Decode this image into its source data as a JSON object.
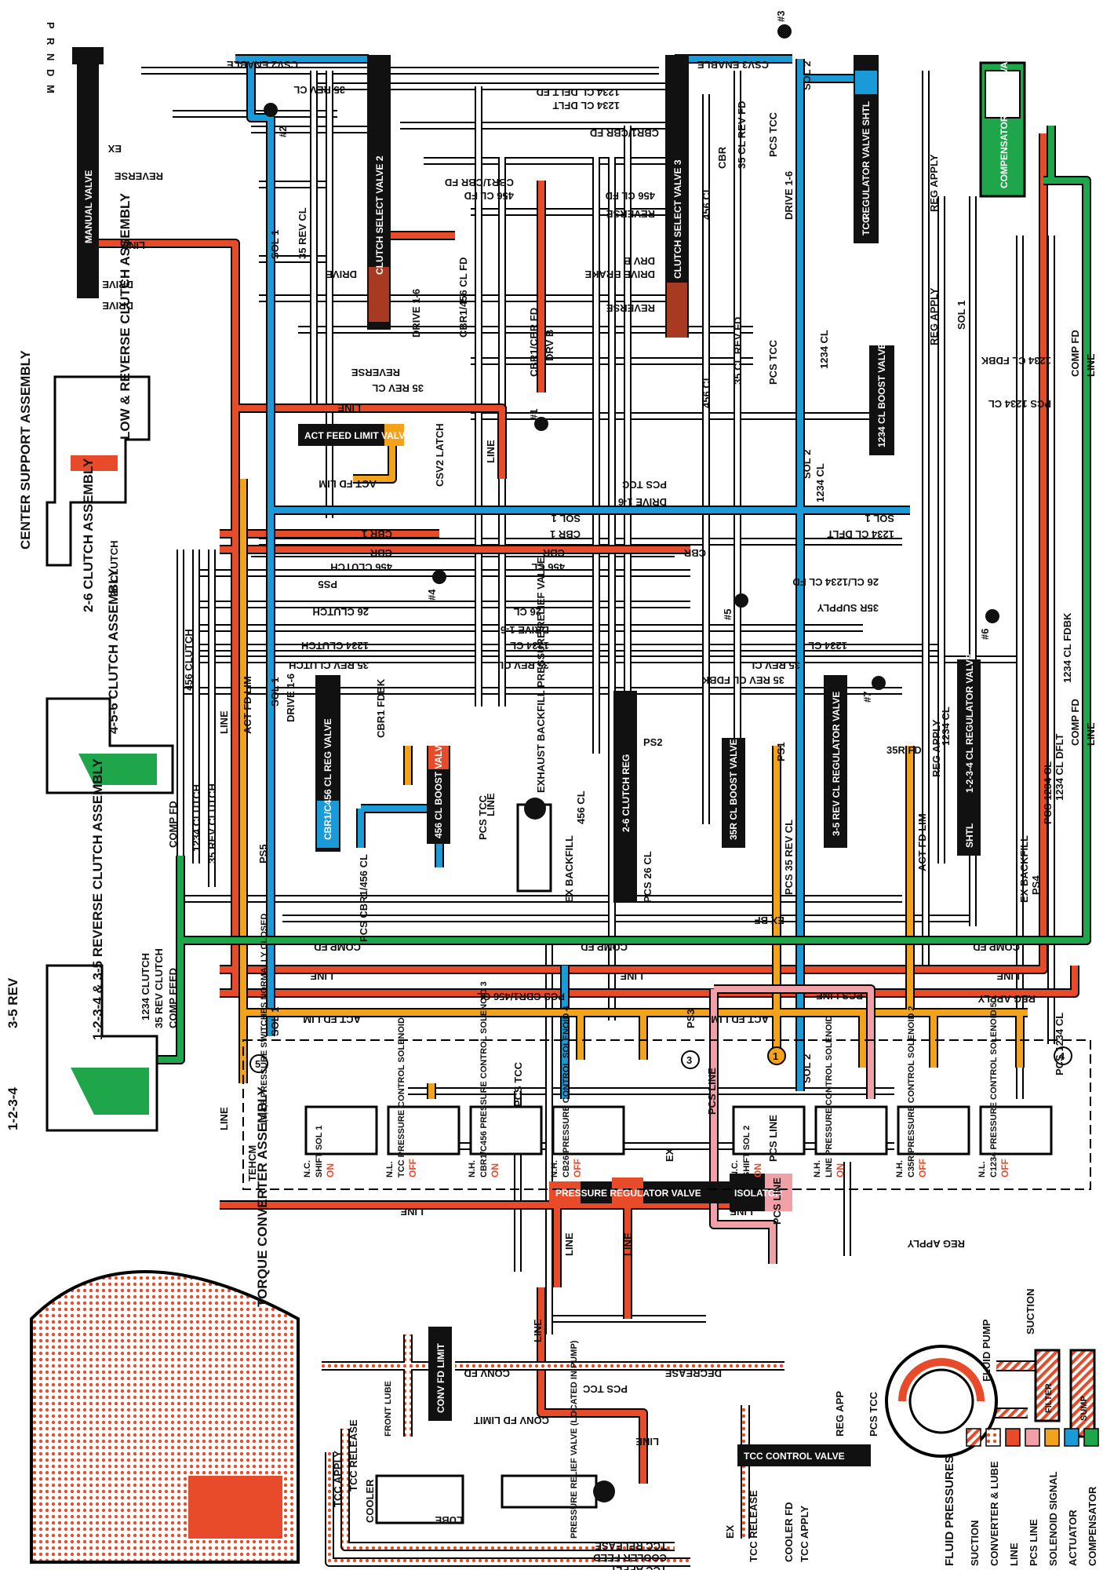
{
  "colors": {
    "line": "#e84b2a",
    "suction": "#e84b2a",
    "converter_lube": "#e84b2a",
    "pcs_line": "#f2a0a8",
    "solenoid_signal": "#f3a21b",
    "actuator": "#1b9ad8",
    "compensator": "#1fa64a",
    "exhaust": "#ffffff",
    "valve_body": "#111111"
  },
  "assemblies": {
    "center_support": "CENTER SUPPORT ASSEMBLY",
    "low_reverse": "LOW & REVERSE CLUTCH ASSEMBLY",
    "clutch_26": "2-6 CLUTCH ASSEMBLY",
    "clutch_456": "4-5-6 CLUTCH ASSEMBLY",
    "clutch_1234_35": "1-2-3-4 & 3-5 REVERSE CLUTCH ASSEMBLY",
    "rev_35": "3-5 REV",
    "c1234": "1-2-3-4",
    "torque_converter": "TORQUE CONVERTER ASSEMBLY",
    "fluid_pump": "FLUID PUMP",
    "filter": "FILTER",
    "sump": "SUMP",
    "cooler": "COOLER",
    "front_lube": "FRONT LUBE",
    "tehcm": "TEHCM"
  },
  "valves": {
    "manual": "MANUAL VALVE",
    "csv2": "CLUTCH SELECT VALVE 2",
    "csv3": "CLUTCH SELECT VALVE 3",
    "reg_shtl": "REGULATOR VALVE SHTL",
    "tcc": "TCC",
    "comp_fd_reg": "COMPENSATOR FD REG VALVE",
    "act_feed_limit": "ACT FEED LIMIT VALVE",
    "boost_1234": "1234 CL BOOST VALVE",
    "cbr_c456_reg": "CBR1/C456 CL REG VALVE",
    "boost_456": "456 CL BOOST VALVE",
    "exhaust_backfill": "EXHAUST BACKFILL PRESSURE RELIEF VALVE",
    "clutch_reg_26": "2-6 CLUTCH REG",
    "boost_35r": "35R CL BOOST VALVE",
    "rev_reg_35": "3-5 REV CL REGULATOR VALVE",
    "reg_1234": "1-2-3-4 CL REGULATOR VALVE",
    "pressure_reg": "PRESSURE REGULATOR VALVE",
    "isolator": "ISOLATOR",
    "conv_fd_limit": "CONV FD LIMIT",
    "pressure_relief": "PRESSURE RELIEF VALVE (LOCATED IN PUMP)",
    "tcc_control": "TCC CONTROL VALVE"
  },
  "solenoids": [
    {
      "name": "SHIFT SOL 1",
      "nc": "N.C.",
      "state": "ON"
    },
    {
      "name": "TCC PRESSURE CONTROL SOLENOID",
      "nc": "N.L.",
      "state": "OFF"
    },
    {
      "name": "CBR1/C456 PRESSURE CONTROL SOLENOID 3",
      "nc": "N.H.",
      "state": "ON"
    },
    {
      "name": "CB26 PRESSURE CONTROL SOLENOID 4",
      "nc": "N.H.",
      "state": "OFF"
    },
    {
      "name": "SHIFT SOL 2",
      "nc": "N.C.",
      "state": "ON"
    },
    {
      "name": "LINE PRESSURE CONTROL SOLENOID",
      "nc": "N.H.",
      "state": "ON"
    },
    {
      "name": "C35R PRESSURE CONTROL SOLENOID 2",
      "nc": "N.H.",
      "state": "OFF"
    },
    {
      "name": "C1234 PRESSURE CONTROL SOLENOID 5",
      "nc": "N.L.",
      "state": "OFF"
    }
  ],
  "pressure_switch_note": "1,3,4,5 PRESSURE SWITCHES NORMALLY CLOSED",
  "circuits": {
    "line": "LINE",
    "reverse": "REVERSE",
    "drive": "DRIVE",
    "ex": "EX",
    "sol1": "SOL 1",
    "sol2": "SOL 2",
    "csv2_enable": "CSV2 ENABLE",
    "csv3_enable": "CSV3 ENABLE",
    "rev_cl_35": "35 REV CL",
    "cl_dflt_1234": "1234 CL DFLT",
    "cl_dflt_fd_1234": "1234 CL DFLT FD",
    "cbr1_cbr_fd": "CBR1/CBR FD",
    "cbr1_cbr_fd2": "CBR1/CBR FD",
    "cl_fd_456": "456 CL FD",
    "cbr1_456_cl_fd": "CBR1/456 CL FD",
    "drv_b": "DRV B",
    "drive_brake": "DRIVE BRAKE",
    "drive_16": "DRIVE 1-6",
    "pcs_tcc": "PCS TCC",
    "cbr": "CBR",
    "cl_rev_fd_35": "35 CL REV FD",
    "cl_456": "456 CL",
    "cl_1234": "1234 CL",
    "reg_apply": "REG APPLY",
    "comp_fd": "COMP FD",
    "fdbk_1234": "1234 CL FDBK",
    "pcs_1234": "PCS 1234 CL",
    "csv2_latch": "CSV2 LATCH",
    "act_fd_lim": "ACT FD LIM",
    "cbr1": "CBR 1",
    "clutch_456": "456 CLUTCH",
    "ps5": "PS5",
    "cl_26": "26 CL",
    "clutch_26": "26 CLUTCH",
    "cl_fd_26_1234": "26 CL/1234 CL FD",
    "supply_35r": "35R SUPPLY",
    "clutch_1234": "1234 CLUTCH",
    "rev_clutch_35": "35 REV CLUTCH",
    "fdbk_35": "35 REV CL FDBK",
    "ps1": "PS1",
    "ps2": "PS2",
    "ps3": "PS3",
    "ps4": "PS4",
    "ex_bf": "EX BF",
    "ex_backfill": "EX BACKFILL",
    "cbr1_fdbk": "CBR1 FDBK",
    "pcs_35": "PCS 35 REV CL",
    "pcs_cbr1_456": "PCS CBR1/456 CL",
    "pcs_line": "PCS LINE",
    "fd_35r": "35R FD",
    "pcs_26": "PCS 26 CL",
    "comp_feed": "COMP FEED",
    "suction": "SUCTION",
    "decrease": "DECREASE",
    "conv_fd": "CONV FD",
    "conv_fd_limit": "CONV FD LIMIT",
    "tcc_apply": "TCC APPLY",
    "tcc_release": "TCC RELEASE",
    "cooler_feed": "COOLER FEED",
    "cooler_fd": "COOLER FD",
    "reg_app": "REG APP",
    "lube": "LUBE",
    "shtl": "SHTL"
  },
  "checkballs": [
    "#1",
    "#2",
    "#3",
    "#4",
    "#5",
    "#6",
    "#7"
  ],
  "switch_numbers": [
    "1",
    "3",
    "4",
    "5"
  ],
  "range": [
    "P",
    "R",
    "N",
    "D",
    "M"
  ],
  "legend": {
    "title": "FLUID PRESSURES",
    "items": [
      {
        "label": "SUCTION",
        "color": "#e84b2a",
        "style": "hatch"
      },
      {
        "label": "CONVERTER & LUBE",
        "color": "#e84b2a",
        "style": "dots"
      },
      {
        "label": "LINE",
        "color": "#e84b2a",
        "style": "solid"
      },
      {
        "label": "PCS LINE",
        "color": "#f2a0a8",
        "style": "solid"
      },
      {
        "label": "SOLENOID SIGNAL",
        "color": "#f3a21b",
        "style": "solid"
      },
      {
        "label": "ACTUATOR",
        "color": "#1b9ad8",
        "style": "solid"
      },
      {
        "label": "COMPENSATOR",
        "color": "#1fa64a",
        "style": "solid"
      }
    ]
  }
}
